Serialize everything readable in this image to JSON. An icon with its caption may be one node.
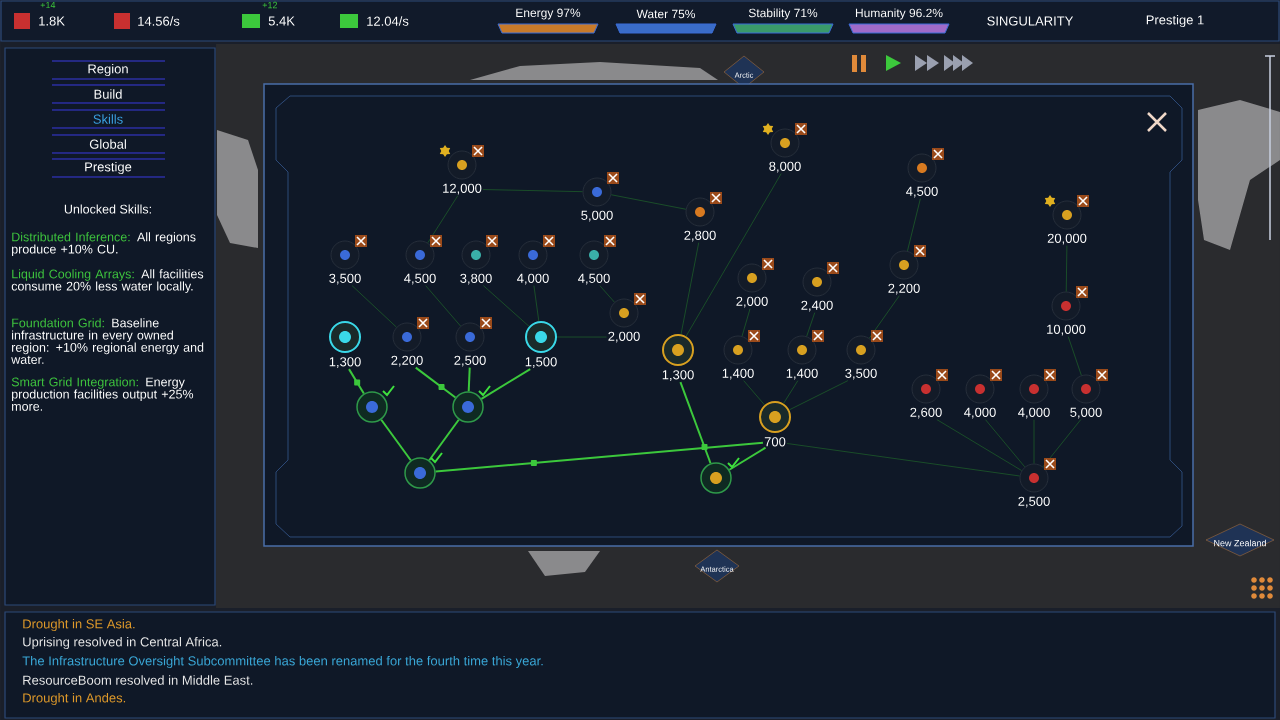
{
  "diagram": {
    "nodes": [
      {
        "text": [
          "12,000"
        ]
      },
      {
        "text": [
          "8,000"
        ]
      },
      {
        "text": [
          "4,500"
        ]
      },
      {
        "text": [
          "5,000"
        ]
      },
      {
        "text": [
          "2,800"
        ]
      },
      {
        "text": [
          "20,000"
        ]
      },
      {
        "text": [
          "3,500"
        ]
      },
      {
        "text": [
          "4,500"
        ]
      },
      {
        "text": [
          "3,800"
        ]
      },
      {
        "text": [
          "4,000"
        ]
      },
      {
        "text": [
          "4,500"
        ]
      },
      {
        "text": [
          "2,200"
        ]
      },
      {
        "text": [
          "2,000"
        ]
      },
      {
        "text": [
          "2,400"
        ]
      },
      {
        "text": [
          "10,000"
        ]
      },
      {
        "text": [
          "2,000"
        ]
      },
      {
        "text": [
          "1,300"
        ]
      },
      {
        "text": [
          "2,200"
        ]
      },
      {
        "text": [
          "2,500"
        ]
      },
      {
        "text": [
          "1,500"
        ]
      },
      {
        "text": [
          "1,300"
        ]
      },
      {
        "text": [
          "1,400"
        ]
      },
      {
        "text": [
          "1,400"
        ]
      },
      {
        "text": [
          "3,500"
        ]
      },
      {
        "text": [
          "2,600"
        ]
      },
      {
        "text": [
          "4,000"
        ]
      },
      {
        "text": [
          "4,000"
        ]
      },
      {
        "text": [
          "5,000"
        ]
      },
      {
        "text": [],
        "shape": "circle"
      },
      {
        "text": [],
        "shape": "circle"
      },
      {
        "text": [
          "700"
        ]
      },
      {
        "text": [],
        "shape": "circle"
      },
      {
        "text": [],
        "shape": "circle"
      },
      {
        "text": [
          "2,500"
        ]
      }
    ],
    "edges": [
      {
        "from": 31,
        "to": 28,
        "arrow": "none",
        "color": "#3cc83c"
      },
      {
        "from": 31,
        "to": 29,
        "arrow": "none",
        "color": "#3cc83c"
      },
      {
        "from": 31,
        "to": 30,
        "arrow": "none",
        "color": "#3cc83c"
      },
      {
        "from": 28,
        "to": 16,
        "arrow": "none",
        "color": "#3cc83c"
      },
      {
        "from": 29,
        "to": 17,
        "arrow": "none",
        "color": "#3cc83c"
      },
      {
        "from": 29,
        "to": 18,
        "arrow": "none",
        "color": "#3cc83c"
      },
      {
        "from": 29,
        "to": 19,
        "arrow": "none",
        "color": "#3cc83c"
      },
      {
        "from": 32,
        "to": 20,
        "arrow": "none",
        "color": "#3cc83c"
      },
      {
        "from": 32,
        "to": 30,
        "arrow": "none",
        "color": "#3cc83c"
      },
      {
        "from": 17,
        "to": 6,
        "arrow": "none"
      },
      {
        "from": 18,
        "to": 7,
        "arrow": "none"
      },
      {
        "from": 19,
        "to": 8,
        "arrow": "none"
      },
      {
        "from": 19,
        "to": 9,
        "arrow": "none"
      },
      {
        "from": 19,
        "to": 15,
        "arrow": "none"
      },
      {
        "from": 15,
        "to": 10,
        "arrow": "none"
      },
      {
        "from": 7,
        "to": 0,
        "arrow": "none"
      },
      {
        "from": 0,
        "to": 3,
        "arrow": "none"
      },
      {
        "from": 3,
        "to": 4,
        "arrow": "none"
      },
      {
        "from": 20,
        "to": 4,
        "arrow": "none"
      },
      {
        "from": 20,
        "to": 1,
        "arrow": "none"
      },
      {
        "from": 30,
        "to": 21,
        "arrow": "none"
      },
      {
        "from": 30,
        "to": 22,
        "arrow": "none"
      },
      {
        "from": 30,
        "to": 23,
        "arrow": "none"
      },
      {
        "from": 21,
        "to": 12,
        "arrow": "none"
      },
      {
        "from": 22,
        "to": 13,
        "arrow": "none"
      },
      {
        "from": 23,
        "to": 11,
        "arrow": "none"
      },
      {
        "from": 11,
        "to": 2,
        "arrow": "none"
      },
      {
        "from": 30,
        "to": 33,
        "arrow": "none"
      },
      {
        "from": 33,
        "to": 24,
        "arrow": "none"
      },
      {
        "from": 33,
        "to": 25,
        "arrow": "none"
      },
      {
        "from": 33,
        "to": 26,
        "arrow": "none"
      },
      {
        "from": 33,
        "to": 27,
        "arrow": "none"
      },
      {
        "from": 27,
        "to": 14,
        "arrow": "none"
      },
      {
        "from": 14,
        "to": 5,
        "arrow": "none"
      }
    ],
    "labels": [
      "+14",
      "1.8K",
      "14.56/s",
      "+12",
      "5.4K",
      "12.04/s",
      "Energy 97%",
      "Water 75%",
      "Stability 71%",
      "Humanity 96.2%",
      "SINGULARITY",
      "Prestige 1",
      "Region",
      "Build",
      "Skills",
      "Global",
      "Prestige",
      "Unlocked Skills:",
      "Distributed Inference:",
      "All regions produce +10% CU.",
      "Liquid Cooling Arrays:",
      "All facilities consume 20% less water locally.",
      "Foundation Grid:",
      "Baseline infrastructure in every owned region: +10% regional energy and water.",
      "Smart Grid Integration:",
      "Energy production facilities output +25% more.",
      "Arctic",
      "Antarctica",
      "New Zealand",
      "Drought in SE Asia.",
      "Uprising resolved in Central Africa.",
      "The Infrastructure Oversight Subcommittee has been renamed for the fourth time this year.",
      "ResourceBoom resolved in Middle East.",
      "Drought in Andes."
    ]
  }
}
